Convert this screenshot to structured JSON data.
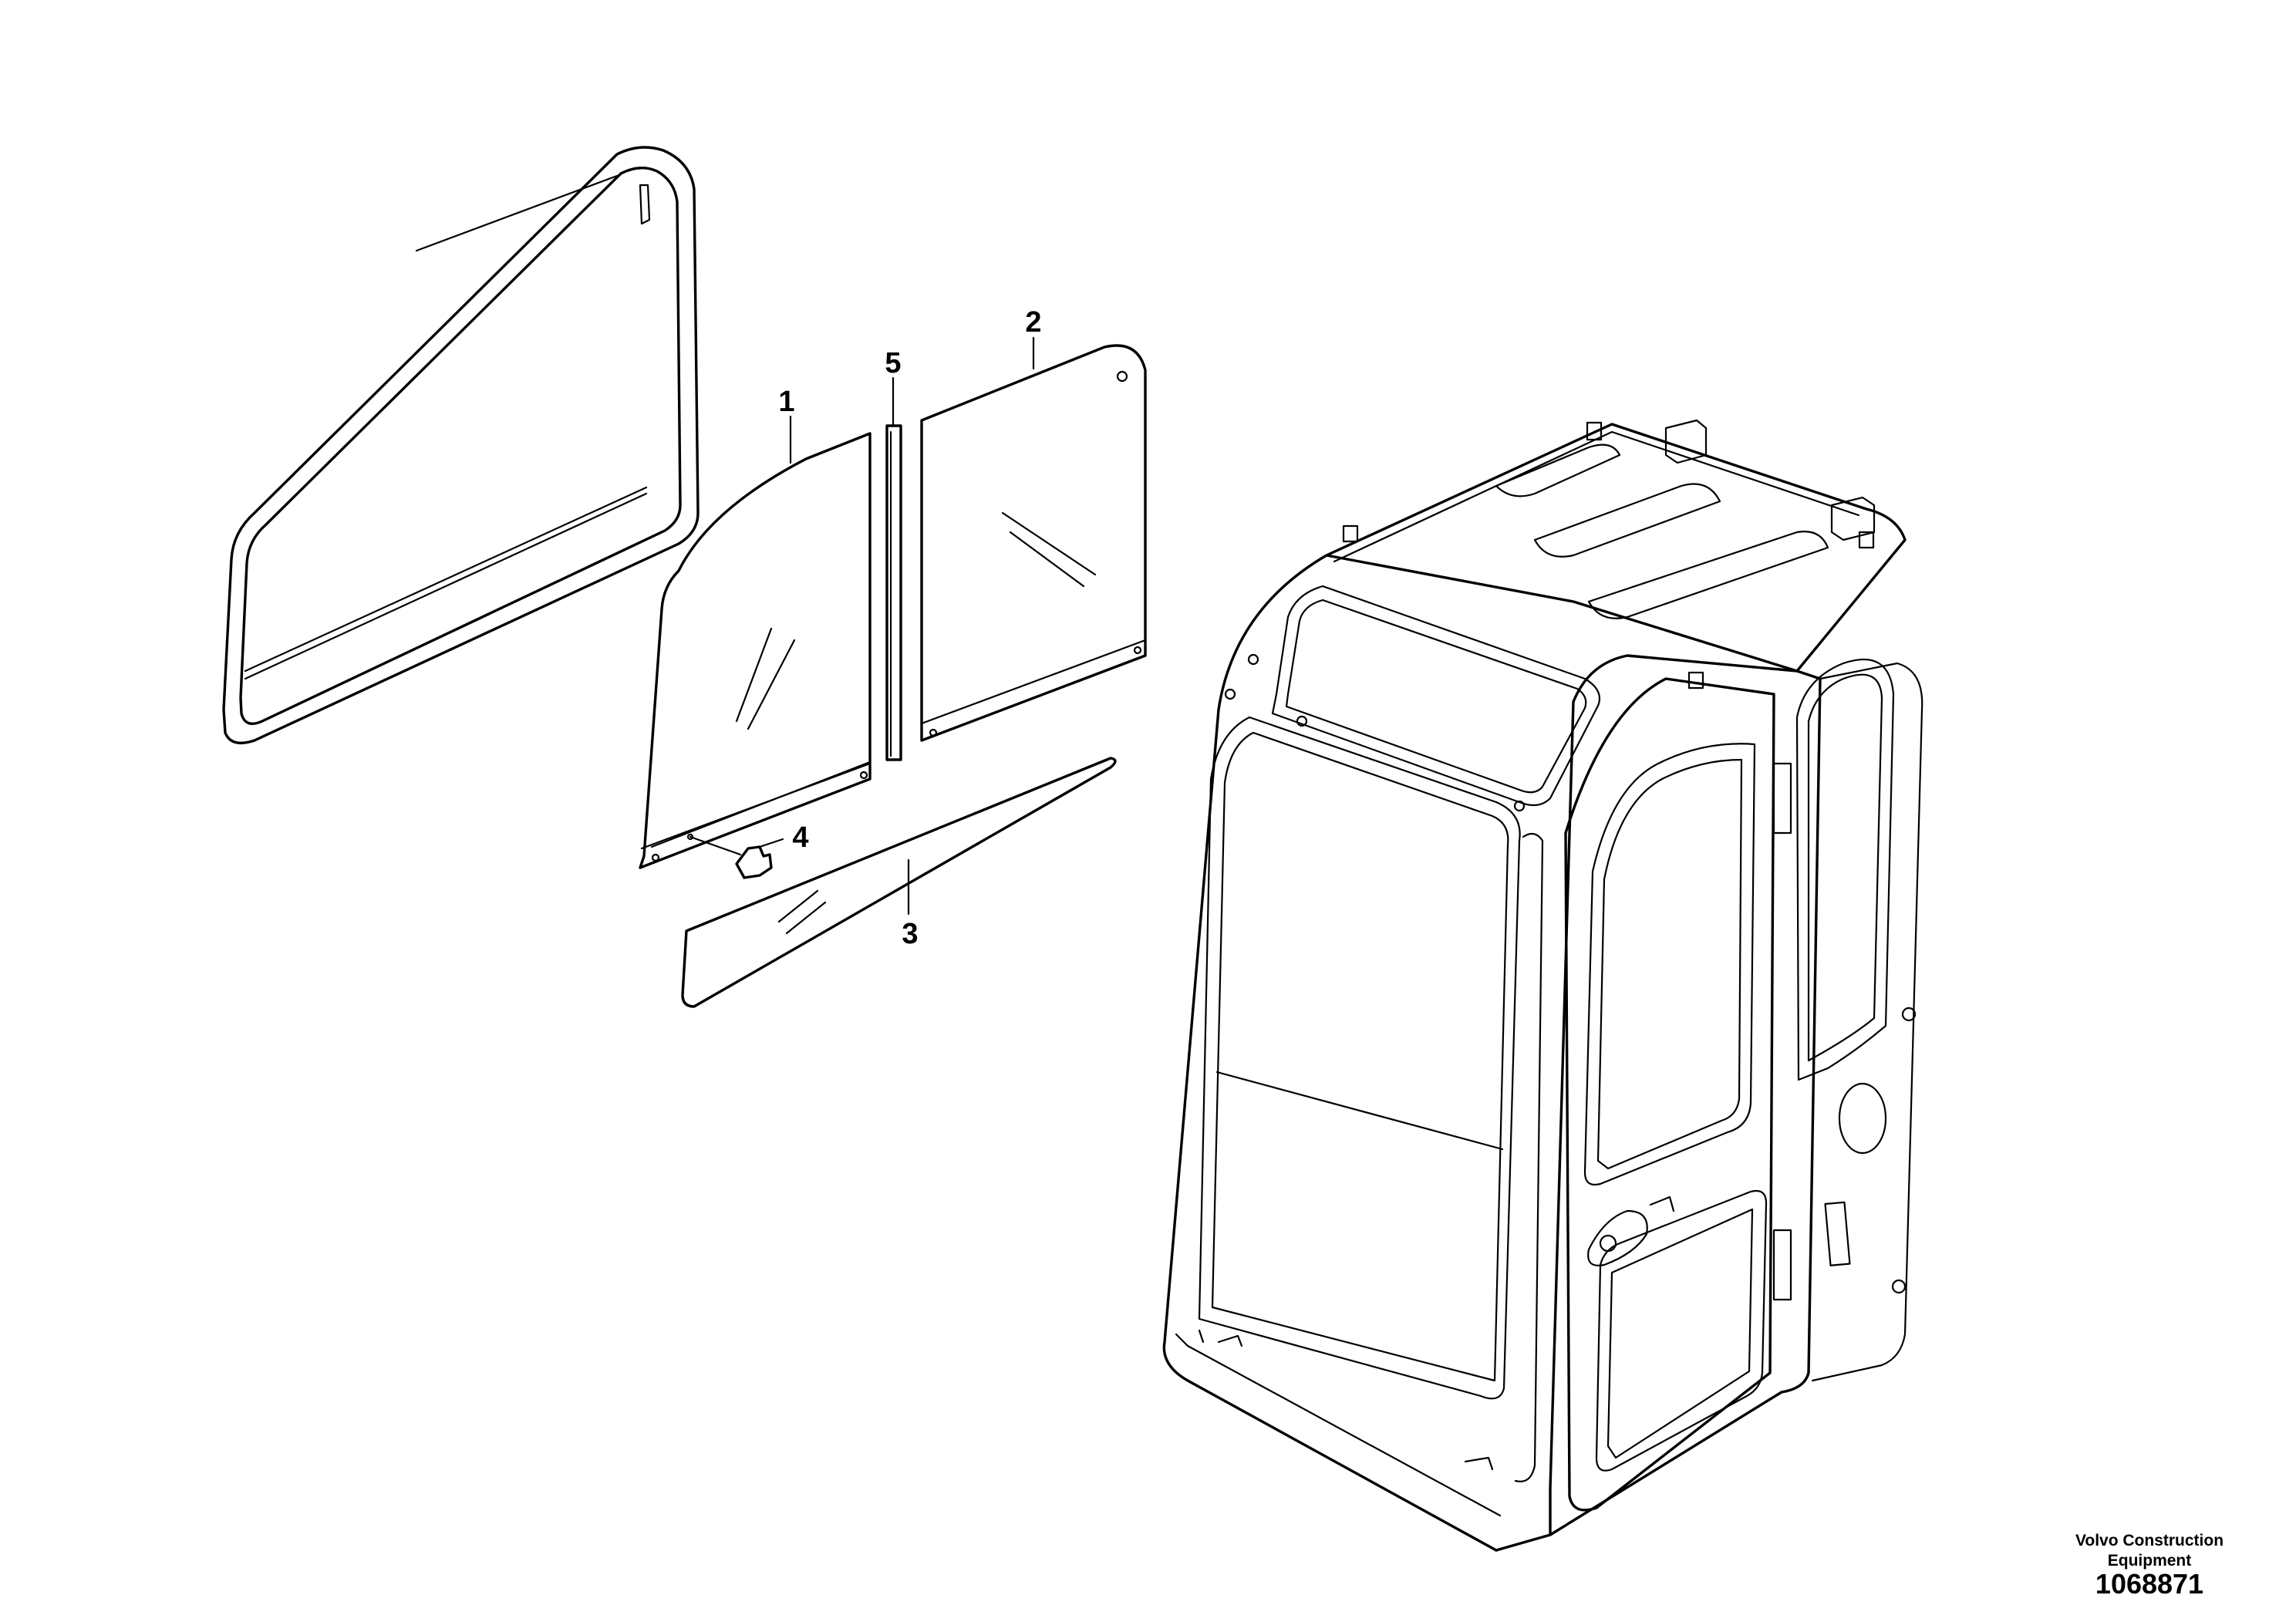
{
  "callouts": [
    {
      "id": "1",
      "label": "1"
    },
    {
      "id": "2",
      "label": "2"
    },
    {
      "id": "3",
      "label": "3"
    },
    {
      "id": "4",
      "label": "4"
    },
    {
      "id": "5",
      "label": "5"
    }
  ],
  "footer": {
    "brand": "Volvo Construction Equipment",
    "part_number": "1068871"
  }
}
